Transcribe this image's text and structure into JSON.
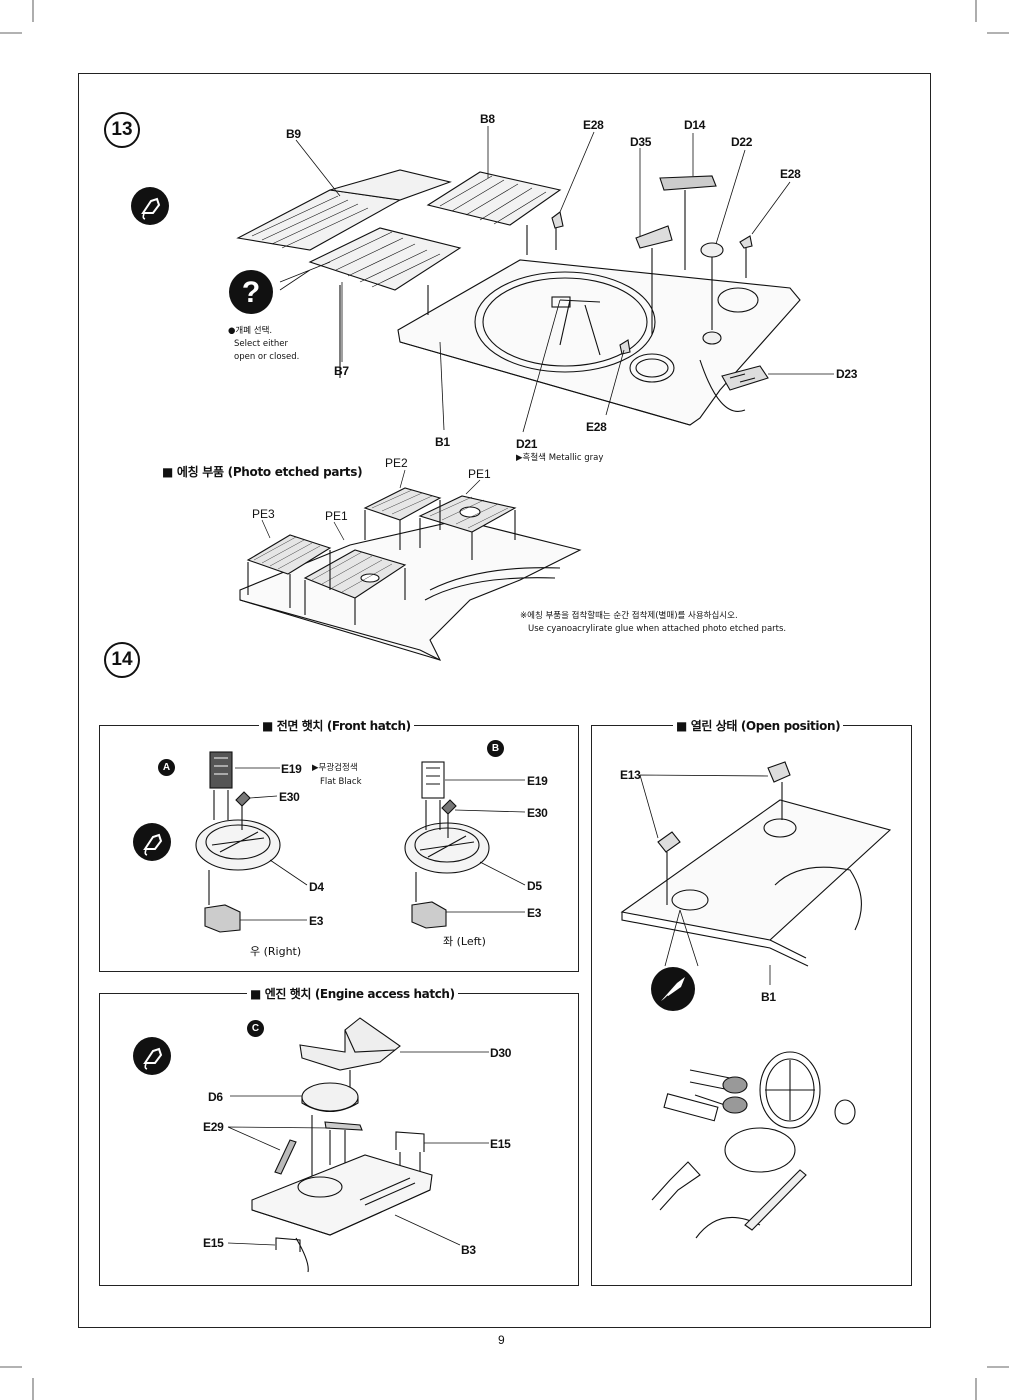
{
  "page_number": "9",
  "step13": {
    "number": "13",
    "parts": {
      "B9": "B9",
      "B8": "B8",
      "E28a": "E28",
      "D35": "D35",
      "D14": "D14",
      "D22": "D22",
      "E28b": "E28",
      "B7": "B7",
      "D23": "D23",
      "E28c": "E28",
      "B1": "B1",
      "D21": "D21"
    },
    "choice_note": {
      "ko": "●개폐 선택.",
      "en1": "Select either",
      "en2": "open or closed."
    },
    "d21_color": "▶흑철색 Metallic gray",
    "etched_title": "■ 에칭 부품 (Photo etched parts)",
    "etched_parts": {
      "PE2": "PE2",
      "PE1a": "PE1",
      "PE3": "PE3",
      "PE1b": "PE1"
    },
    "glue_note_ko": "※에칭 부품을 접착할때는 순간 접착제(별매)를 사용하십시오.",
    "glue_note_en": "Use cyanoacrylirate glue when attached photo etched parts."
  },
  "step14": {
    "number": "14",
    "front_hatch": {
      "title": "■ 전면 햇치 (Front hatch)",
      "badge_a": "A",
      "badge_b": "B",
      "a_parts": {
        "E19": "E19",
        "E30": "E30",
        "D4": "D4",
        "E3": "E3"
      },
      "b_parts": {
        "E19": "E19",
        "E30": "E30",
        "D5": "D5",
        "E3": "E3"
      },
      "color_ko": "▶무광검정색",
      "color_en": "Flat Black",
      "right_label": "우 (Right)",
      "left_label": "좌 (Left)"
    },
    "engine_hatch": {
      "title": "■ 엔진 햇치 (Engine access hatch)",
      "badge_c": "C",
      "parts": {
        "D30": "D30",
        "D6": "D6",
        "E29": "E29",
        "E15a": "E15",
        "E15b": "E15",
        "B3": "B3"
      }
    },
    "open_position": {
      "title": "■ 열린 상태 (Open position)",
      "parts": {
        "E13": "E13",
        "B1": "B1"
      }
    }
  }
}
